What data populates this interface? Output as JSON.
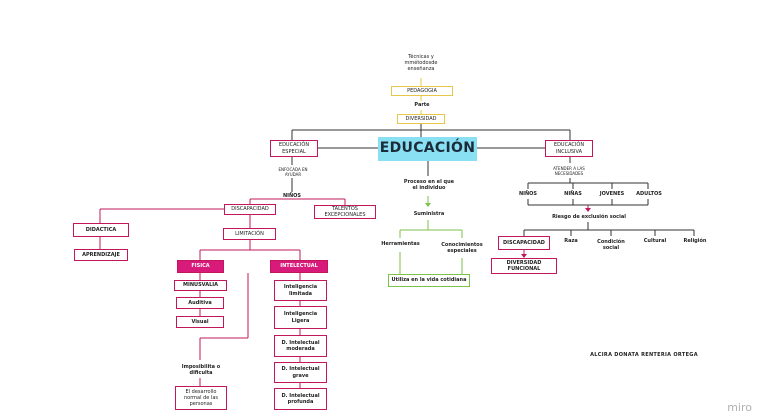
{
  "nodes": {
    "tecnicas": "Técnicas y\nmmétodosde\nenseñanza",
    "pedagogia": "PEDAGOGIA",
    "parte": "Parte",
    "diversidad": "DIVERSIDAD",
    "educacion": "EDUCACIÓN",
    "educacion_especial": "EDUCACIÓN\nESPECIAL",
    "educacion_inclusiva": "EDUCACIÓN\nINCLUSIVA",
    "enfocada": "ENFOCADA EN\nAYUDAR",
    "atender": "ATENDER A LAS\nNECESIDADES",
    "ninos_left": "NIÑOS",
    "discapacidad_left": "DISCAPACIDAD",
    "talentos": "TALENTOS\nEXCEPCIONALES",
    "didactica": "DIDACTICA",
    "aprendizaje": "APRENDIZAJE",
    "limitacion": "LIMITACIÓN",
    "fisica": "FISICA",
    "intelectual": "INTELECTUAL",
    "minusvalia": "MINUSVALIA",
    "auditiva": "Auditiva",
    "visual": "Visual",
    "int_limitada": "Inteligencia\nlimitada",
    "int_ligera": "Inteligencia\nLigera",
    "d_moderada": "D. Intelectual\nmoderada",
    "d_grave": "D. Intelectual\ngrave",
    "d_profunda": "D. Intelectual\nprofunda",
    "imposibilita": "Imposibilita o\ndificulta",
    "desarrollo": "El desarrollo\nnormal de las\npersonas",
    "proceso": "Proceso en el que\nel individuo",
    "suministra": "Suministra",
    "herramientas": "Herramientas",
    "conocimientos": "Conocimientos\nespeciales",
    "utiliza": "Utiliza en la vida cotidiana",
    "ninos_right": "NIÑOS",
    "ninas": "NIÑAS",
    "jovenes": "JOVENES",
    "adultos": "ADULTOS",
    "riesgo": "Riesgo de exclusión social",
    "discapacidad_right": "DISCAPACIDAD",
    "raza": "Raza",
    "condicion": "Condición\nsocial",
    "cultura": "Cultural",
    "religion": "Religión",
    "div_funcional": "DIVERSIDAD\nFUNCIONAL"
  },
  "author": "ALCIRA DONATA RENTERIA ORTEGA",
  "logo": "miro",
  "colors": {
    "magenta": "#c2185b",
    "magenta_fill": "#d81b7a",
    "yellow": "#e6c94a",
    "green": "#7cc24a",
    "cyan": "#88e0f2",
    "dark": "#333333"
  }
}
